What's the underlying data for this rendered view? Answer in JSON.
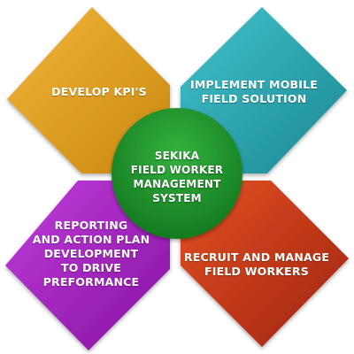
{
  "center": {
    "text": "SEKIKA\nFIELD WORKER\nMANAGEMENT\nSYSTEM",
    "color": "#1f9a2e"
  },
  "quadrants": [
    {
      "id": "kpi",
      "text": "DEVELOP KPI'S",
      "color": "#e0a11f"
    },
    {
      "id": "mobile",
      "text": "IMPLEMENT MOBILE\nFIELD SOLUTION",
      "color": "#2aa9b4"
    },
    {
      "id": "reporting",
      "text": "REPORTING\nAND ACTION PLAN\nDEVELOPMENT\nTO DRIVE\nPREFORMANCE",
      "color": "#a51fc4"
    },
    {
      "id": "recruit",
      "text": "RECRUIT AND MANAGE\nFIELD WORKERS",
      "color": "#c8341a"
    }
  ]
}
